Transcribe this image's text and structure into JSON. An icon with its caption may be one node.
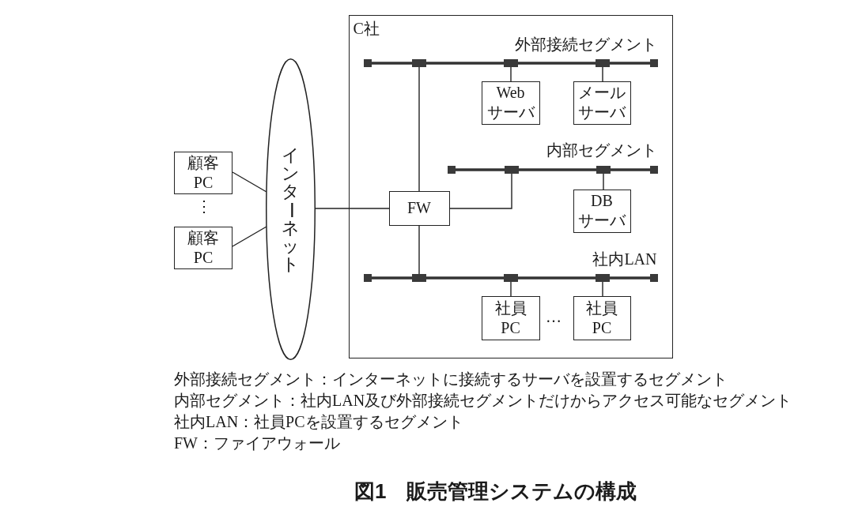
{
  "diagram": {
    "caption": "図1　販売管理システムの構成",
    "nodes": [
      {
        "text": [
          "顧客PC"
        ]
      },
      {
        "text": [
          "顧客PC"
        ]
      },
      {
        "text": [
          "インターネット"
        ]
      },
      {
        "text": [
          "C社"
        ]
      },
      {
        "text": [],
        "shape": "bar",
        "beside": [
          "外部接続セグメント"
        ],
        "in": 3
      },
      {
        "text": [
          "Webサーバ"
        ],
        "in": 3
      },
      {
        "text": [
          "メールサーバ"
        ],
        "in": 3
      },
      {
        "text": [],
        "shape": "bar",
        "beside": [
          "内部セグメント"
        ],
        "in": 3
      },
      {
        "text": [
          "FW"
        ],
        "in": 3
      },
      {
        "text": [
          "DBサーバ"
        ],
        "in": 3
      },
      {
        "text": [],
        "shape": "bar",
        "beside": [
          "社内LAN"
        ],
        "in": 3
      },
      {
        "text": [
          "社員PC"
        ],
        "in": 3
      },
      {
        "text": [
          "社員PC"
        ],
        "in": 3
      }
    ],
    "edges": [
      {
        "from": 0,
        "to": 2,
        "arrow": "none"
      },
      {
        "from": 1,
        "to": 2,
        "arrow": "none"
      },
      {
        "from": 2,
        "to": 8,
        "arrow": "none"
      },
      {
        "from": 8,
        "to": 4,
        "arrow": "none"
      },
      {
        "from": 4,
        "to": 5,
        "arrow": "none"
      },
      {
        "from": 4,
        "to": 6,
        "arrow": "none"
      },
      {
        "from": 8,
        "to": 7,
        "arrow": "none"
      },
      {
        "from": 7,
        "to": 9,
        "arrow": "none"
      },
      {
        "from": 8,
        "to": 10,
        "arrow": "none"
      },
      {
        "from": 10,
        "to": 11,
        "arrow": "none"
      },
      {
        "from": 10,
        "to": 12,
        "arrow": "none"
      }
    ],
    "labels": [
      "⋮",
      "…",
      "外部接続セグメント：インターネットに接続するサーバを設置するセグメント",
      "内部セグメント：社内LAN及び外部接続セグメントだけからアクセス可能なセグメント",
      "社内LAN：社員PCを設置するセグメント",
      "FW：ファイアウォール"
    ]
  }
}
